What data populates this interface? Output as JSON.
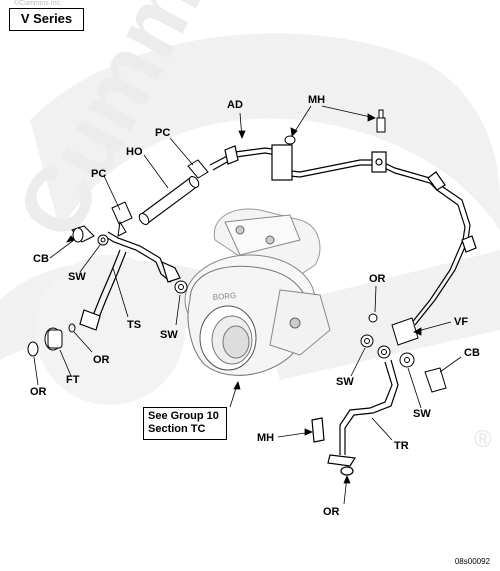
{
  "series_label": "V Series",
  "copyright": "©Cummins Inc.",
  "watermark": "Cummins",
  "registered_mark": "®",
  "reference_box": {
    "line1": "See Group 10",
    "line2": "Section TC"
  },
  "figure_id": "08s00092",
  "callouts": {
    "ad": "AD",
    "mh_top": "MH",
    "pc_upper": "PC",
    "ho": "HO",
    "pc_left": "PC",
    "cb_left": "CB",
    "sw_left": "SW",
    "ts": "TS",
    "sw_center": "SW",
    "or_left": "OR",
    "ft": "FT",
    "or_far_left": "OR",
    "or_right": "OR",
    "vf": "VF",
    "cb_right": "CB",
    "sw_right_mid": "SW",
    "sw_right": "SW",
    "tr": "TR",
    "mh_bottom": "MH",
    "or_bottom": "OR"
  }
}
